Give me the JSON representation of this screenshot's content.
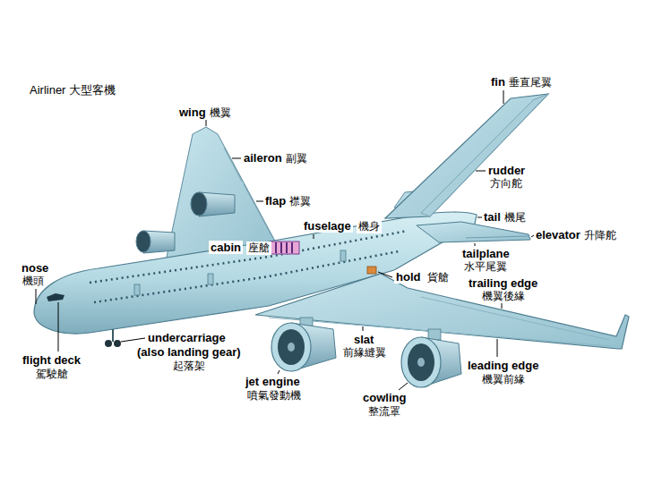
{
  "diagram": {
    "title": "Airliner 大型客機",
    "labels": [
      "wing",
      "機翼",
      "aileron",
      "副翼",
      "flap",
      "襟翼",
      "fuselage",
      "機身",
      "cabin",
      "座艙",
      "nose",
      "機頭",
      "hold",
      "貨艙",
      "fin",
      "垂直尾翼",
      "rudder",
      "方向舵",
      "tail",
      "機尾",
      "elevator",
      "升降舵",
      "tailplane",
      "水平尾翼",
      "trailing edge",
      "機翼後緣",
      "undercarriage",
      "(also landing gear)",
      "起落架",
      "slat",
      "前緣縫翼",
      "flight deck",
      "駕駛艙",
      "leading edge",
      "機翼前緣",
      "jet engine",
      "噴氣發動機",
      "cowling",
      "整流罩"
    ]
  }
}
